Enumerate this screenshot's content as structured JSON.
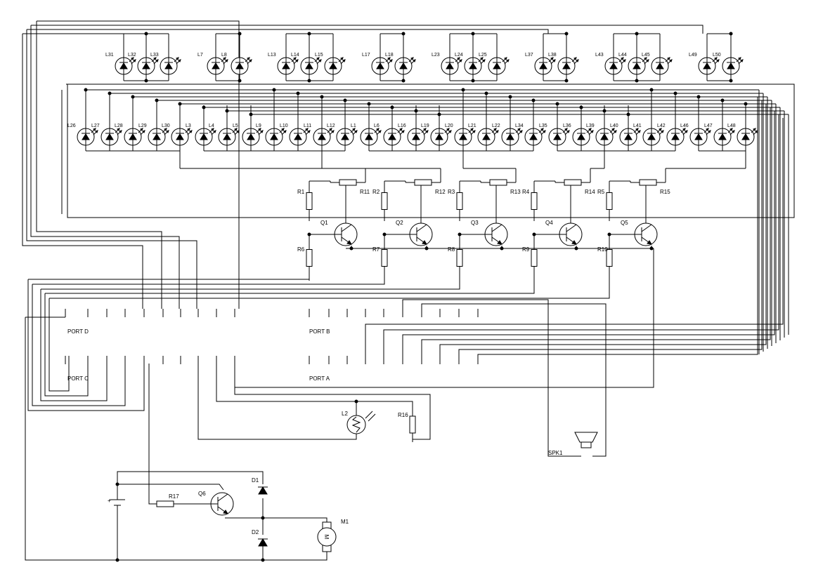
{
  "colors": {
    "ink": "#000000",
    "background": "#ffffff"
  },
  "leds_top": [
    {
      "group": [
        "L31",
        "L32",
        "L33"
      ]
    },
    {
      "group": [
        "L7",
        "L8"
      ]
    },
    {
      "group": [
        "L13",
        "L14",
        "L15"
      ]
    },
    {
      "group": [
        "L17",
        "L18"
      ]
    },
    {
      "group": [
        "L23",
        "L24",
        "L25"
      ]
    },
    {
      "group": [
        "L37",
        "L38"
      ]
    },
    {
      "group": [
        "L43",
        "L44",
        "L45"
      ]
    },
    {
      "group": [
        "L49",
        "L50"
      ]
    }
  ],
  "leds_mid": [
    "L26",
    "L27",
    "L28",
    "L29",
    "L30",
    "L3",
    "L4",
    "L5",
    "L9",
    "L10",
    "L11",
    "L12",
    "L1",
    "L6",
    "L16",
    "L19",
    "L20",
    "L21",
    "L22",
    "L34",
    "L35",
    "L36",
    "L39",
    "L40",
    "L41",
    "L42",
    "L46",
    "L47",
    "L48"
  ],
  "resistors_top": [
    "R1",
    "R2",
    "R3",
    "R4",
    "R5"
  ],
  "resistors_series": [
    "R11",
    "R12",
    "R13",
    "R14",
    "R15"
  ],
  "transistors": [
    "Q1",
    "Q2",
    "Q3",
    "Q4",
    "Q5"
  ],
  "resistors_bottom": [
    "R6",
    "R7",
    "R8",
    "R9",
    "R10"
  ],
  "ports": {
    "port_d": "PORT D",
    "port_c": "PORT C",
    "port_b": "PORT B",
    "port_a": "PORT A"
  },
  "sensor": {
    "ldr": "L2",
    "resistor": "R16"
  },
  "speaker": "SPK1",
  "motor_stage": {
    "resistor": "R17",
    "transistor": "Q6",
    "diode_top": "D1",
    "diode_bottom": "D2",
    "motor": "M1",
    "motor_symbol": "M",
    "battery_plus": "+"
  }
}
